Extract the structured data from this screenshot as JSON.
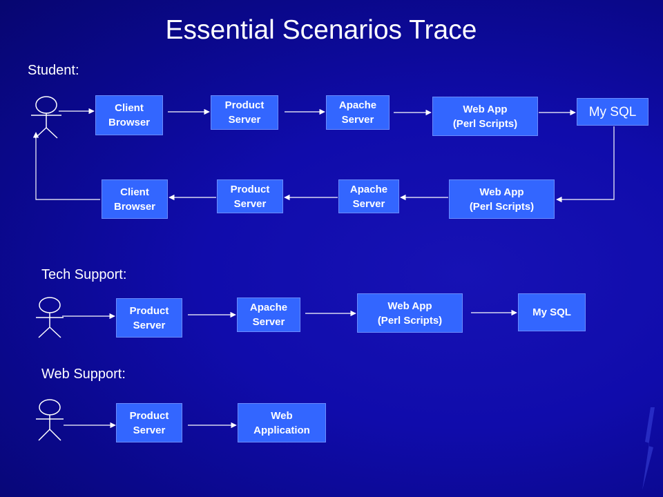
{
  "title": "Essential Scenarios Trace",
  "sections": {
    "student": "Student:",
    "tech_support": "Tech Support:",
    "web_support": "Web Support:"
  },
  "student": {
    "row1": [
      "Client\nBrowser",
      "Product\nServer",
      "Apache\nServer",
      "Web App\n(Perl Scripts)",
      "My SQL"
    ],
    "row2": [
      "Client\nBrowser",
      "Product\nServer",
      "Apache\nServer",
      "Web App\n(Perl Scripts)"
    ]
  },
  "tech_support": {
    "nodes": [
      "Product\nServer",
      "Apache\nServer",
      "Web App\n(Perl Scripts)",
      "My SQL"
    ]
  },
  "web_support": {
    "nodes": [
      "Product\nServer",
      "Web\nApplication"
    ]
  },
  "colors": {
    "background": "#0c0a9a",
    "box_fill": "#3366ff",
    "line": "#ffffff",
    "text": "#ffffff"
  }
}
